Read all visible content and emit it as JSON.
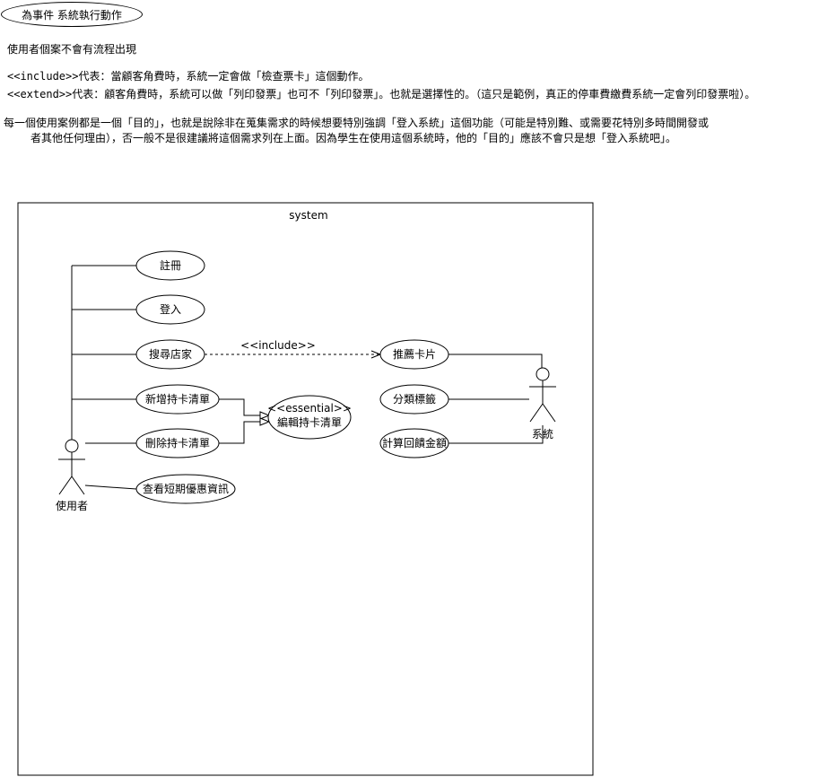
{
  "legend": {
    "ellipse_text": "為事件 系統執行動作"
  },
  "notes": {
    "line1": "使用者個案不會有流程出現",
    "include_line": "<<include>>代表：當顧客角費時，系統一定會做「檢查票卡」這個動作。",
    "extend_line": "<<extend>>代表：顧客角費時，系統可以做「列印發票」也可不「列印發票」。也就是選擇性的。（這只是範例，真正的停車費繳費系統一定會列印發票啦）。",
    "para_line1": "每一個使用案例都是一個「目的」，也就是說除非在蒐集需求的時候想要特別強調「登入系統」這個功能（可能是特別難、或需要花特別多時間開發或",
    "para_line2": "者其他任何理由），否一般不是很建議將這個需求列在上面。因為學生在使用這個系統時，他的「目的」應該不會只是想「登入系統吧」。"
  },
  "diagram": {
    "system_label": "system",
    "actors": {
      "user": "使用者",
      "system": "系統"
    },
    "use_cases": {
      "register": "註冊",
      "login": "登入",
      "search_store": "搜尋店家",
      "add_card_list": "新增持卡清單",
      "delete_card_list": "刪除持卡清單",
      "view_promo": "查看短期優惠資訊",
      "edit_card_list_stereotype": "<<essential>>",
      "edit_card_list": "編輯持卡清單",
      "recommend_card": "推薦卡片",
      "category_tag": "分類標籤",
      "calc_cashback": "計算回饋金額"
    },
    "include_label": "<<include>>"
  }
}
